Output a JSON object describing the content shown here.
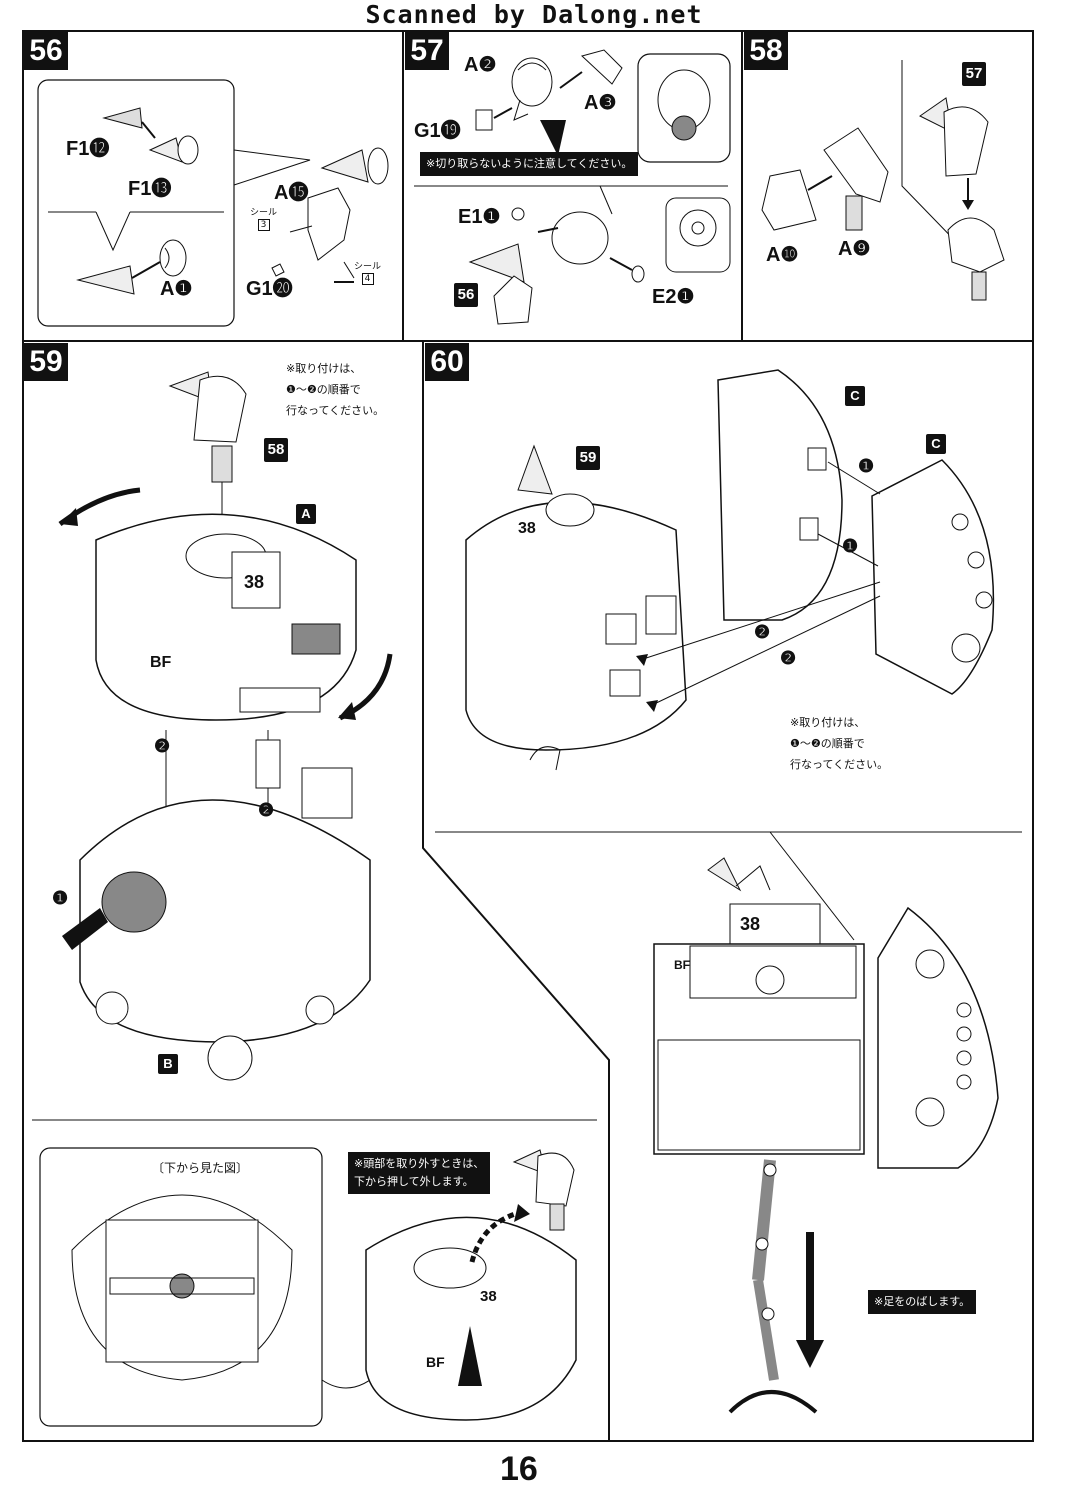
{
  "header": "Scanned by Dalong.net",
  "page_number": "16",
  "steps": {
    "s56": "56",
    "s57": "57",
    "s58": "58",
    "s59": "59",
    "s60": "60"
  },
  "step56": {
    "parts": [
      "F1⓬",
      "F1⓭",
      "A⓯",
      "G1⓴",
      "A❶"
    ],
    "seal_label": "シール",
    "seal_3": "3",
    "seal_4": "4"
  },
  "step57": {
    "parts": [
      "A❷",
      "A❸",
      "G1⓳",
      "E1❶",
      "E2❶"
    ],
    "caution": "※切り取らないように注意してください。",
    "ref": "56"
  },
  "step58": {
    "parts": [
      "A❿",
      "A❾"
    ],
    "ref": "57"
  },
  "step59": {
    "note": [
      "※取り付けは、",
      "❶～❷の順番で",
      "行なってください。"
    ],
    "ref": "58",
    "sub_a": "A",
    "sub_b": "B",
    "order_1": "❶",
    "order_2": "❷",
    "order_2b": "❷",
    "bottom_view": "〔下から見た図〕",
    "head_note": [
      "※頭部を取り外すときは、",
      "下から押して外します。"
    ],
    "num38": "38",
    "bf": "BF"
  },
  "step60": {
    "ref": "59",
    "sub_c1": "C",
    "sub_c2": "C",
    "order_1a": "❶",
    "order_1b": "❶",
    "order_2a": "❷",
    "order_2b": "❷",
    "note": [
      "※取り付けは、",
      "❶～❷の順番で",
      "行なってください。"
    ],
    "leg_note": "※足をのばします。",
    "num38": "38",
    "bf": "BF"
  }
}
